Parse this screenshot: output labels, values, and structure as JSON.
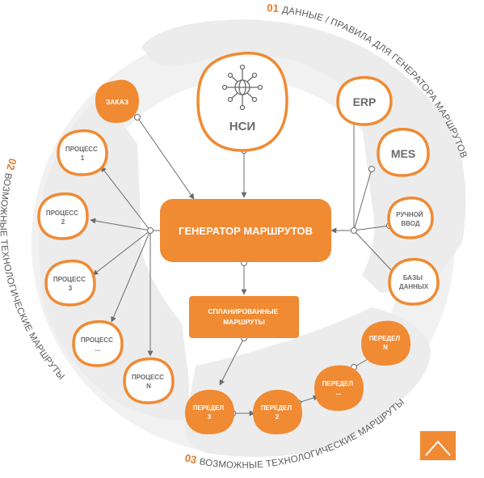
{
  "colors": {
    "orange": "#f08a33",
    "orange_dark": "#e07b2e",
    "band": "#ececec",
    "text_gray": "#6b6b6b"
  },
  "sections": {
    "s1": {
      "num": "01",
      "text": "ДАННЫЕ / ПРАВИЛА ДЛЯ ГЕНЕРАТОРА МАРШРУТОВ"
    },
    "s2": {
      "num": "02",
      "text": "ВОЗМОЖНЫЕ ТЕХНОЛОГИЧЕСКИЕ МАРШРУТЫ"
    },
    "s3": {
      "num": "03",
      "text": "ВОЗМОЖНЫЕ ТЕХНОЛОГИЧЕСКИЕ МАРШРУТЫ"
    }
  },
  "nodes": {
    "nsi": "НСИ",
    "nsi_icon": "network-globe-icon",
    "order": "ЗАКАЗ",
    "generator": "ГЕНЕРАТОР МАРШРУТОВ",
    "planned": [
      "СПЛАНИРОВАННЫЕ",
      "МАРШРУТЫ"
    ],
    "erp": "ERP",
    "mes": "MES",
    "manual": [
      "РУЧНОЙ",
      "ВВОД"
    ],
    "databases": [
      "БАЗЫ",
      "ДАННЫХ"
    ],
    "processes": [
      [
        "ПРОЦЕСС",
        "1"
      ],
      [
        "ПРОЦЕСС",
        "2"
      ],
      [
        "ПРОЦЕСС",
        "3"
      ],
      [
        "ПРОЦЕСС",
        "..."
      ],
      [
        "ПРОЦЕСС",
        "N"
      ]
    ],
    "transfers": [
      [
        "ПЕРЕДЕЛ",
        "3"
      ],
      [
        "ПЕРЕДЕЛ",
        "2"
      ],
      [
        "ПЕРЕДЕЛ",
        "..."
      ],
      [
        "ПЕРЕДЕЛ",
        "N"
      ]
    ]
  },
  "logo_icon": "chevron-up-icon"
}
